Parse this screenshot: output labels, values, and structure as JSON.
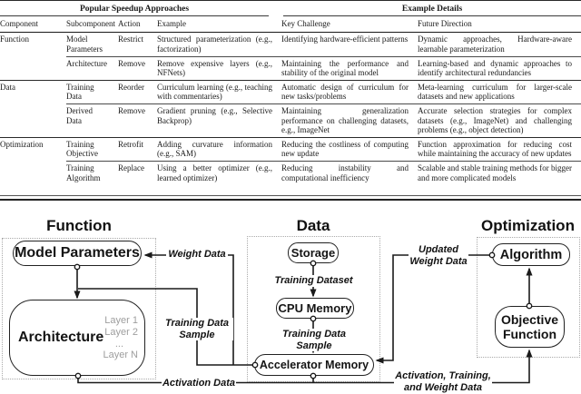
{
  "table": {
    "group_headers": {
      "left": "Popular Speedup Approaches",
      "right": "Example Details"
    },
    "columns": [
      "Component",
      "Subcomponent",
      "Action",
      "Example",
      "Key Challenge",
      "Future Direction"
    ],
    "rows": [
      {
        "component": "Function",
        "subcomponent": "Model Parameters",
        "action": "Restrict",
        "example": "Structured parameterization (e.g., factorization)",
        "key_challenge": "Identifying hardware-efficient patterns",
        "future_direction": "Dynamic approaches, Hardware-aware learnable parameterization"
      },
      {
        "component": "",
        "subcomponent": "Architecture",
        "action": "Remove",
        "example": "Remove expensive layers (e.g., NFNets)",
        "key_challenge": "Maintaining the performance and stability of the original model",
        "future_direction": "Learning-based and dynamic approaches to identify architectural redundancies"
      },
      {
        "component": "Data",
        "subcomponent": "Training Data",
        "action": "Reorder",
        "example": "Curriculum learning (e.g., teaching with commentaries)",
        "key_challenge": "Automatic design of curriculum for new tasks/problems",
        "future_direction": "Meta-learning curriculum for larger-scale datasets and new applications"
      },
      {
        "component": "",
        "subcomponent": "Derived Data",
        "action": "Remove",
        "example": "Gradient pruning (e.g., Selective Backprop)",
        "key_challenge": "Maintaining generalization performance on challenging datasets, e.g., ImageNet",
        "future_direction": "Accurate selection strategies for complex datasets (e.g., ImageNet) and challenging problems (e.g., object detection)"
      },
      {
        "component": "Optimization",
        "subcomponent": "Training Objective",
        "action": "Retrofit",
        "example": "Adding curvature information (e.g., SAM)",
        "key_challenge": "Reducing the costliness of computing new update",
        "future_direction": "Function approximation for reducing cost while maintaining the accuracy of new updates"
      },
      {
        "component": "",
        "subcomponent": "Training Algorithm",
        "action": "Replace",
        "example": "Using a better optimizer (e.g., learned optimizer)",
        "key_challenge": "Reducing instability and computational inefficiency",
        "future_direction": "Scalable and stable training methods for bigger and more complicated models"
      }
    ]
  },
  "diagram": {
    "groups": {
      "function": "Function",
      "data": "Data",
      "optimization": "Optimization"
    },
    "nodes": {
      "model_parameters": "Model Parameters",
      "architecture": "Architecture",
      "layers": [
        "Layer 1",
        "Layer 2",
        "...",
        "Layer N"
      ],
      "storage": "Storage",
      "cpu_memory": "CPU Memory",
      "accelerator_memory": "Accelerator Memory",
      "algorithm": "Algorithm",
      "objective_function": "Objective Function"
    },
    "labels": {
      "weight_data": "Weight Data",
      "training_data_sample_left": "Training Data Sample",
      "activation_data": "Activation Data",
      "training_dataset": "Training Dataset",
      "training_data_sample_mid": "Training Data Sample",
      "updated_weight_data": "Updated Weight Data",
      "activation_training_weight": "Activation, Training, and Weight Data"
    },
    "colors": {
      "line": "#1a1a1a",
      "group_border": "#aaaaaa",
      "muted_text": "#9e9e9e"
    }
  }
}
